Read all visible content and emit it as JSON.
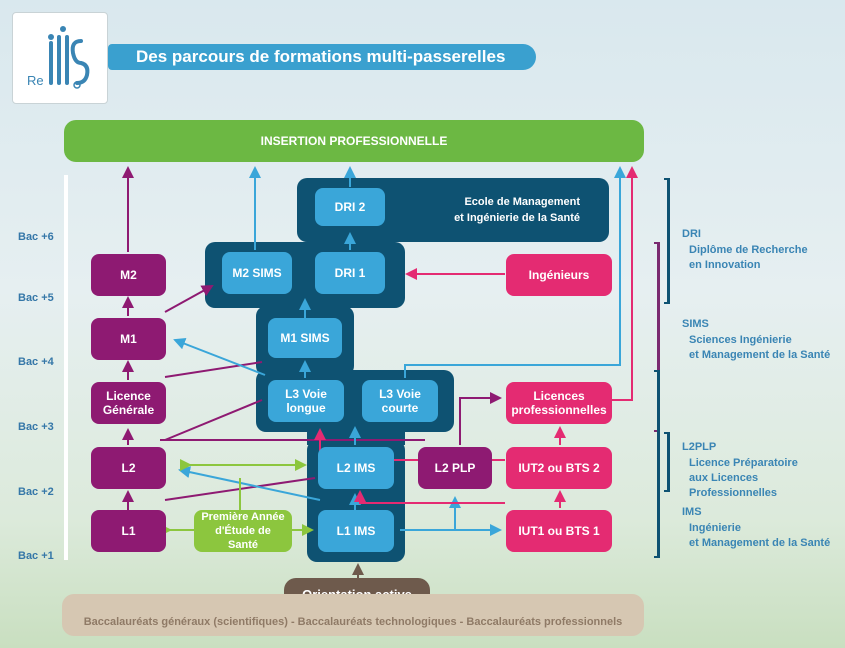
{
  "header": {
    "logo_text": "ReMIS",
    "title": "Des parcours de formations multi-passerelles"
  },
  "insertion": "INSERTION PROFESSIONNELLE",
  "ecole": {
    "line1": "Ecole de Management",
    "line2": "et Ingénierie de la Santé"
  },
  "levels": {
    "bac1": "Bac +1",
    "bac2": "Bac +2",
    "bac3": "Bac +3",
    "bac4": "Bac +4",
    "bac5": "Bac +5",
    "bac6": "Bac +6"
  },
  "nodes": {
    "dri2": "DRI 2",
    "dri1": "DRI 1",
    "m2sims": "M2 SIMS",
    "m1sims": "M1 SIMS",
    "l3longue": "L3 Voie longue",
    "l3courte": "L3 Voie courte",
    "l2ims": "L2 IMS",
    "l1ims": "L1 IMS",
    "m2": "M2",
    "m1": "M1",
    "licence_generale": "Licence Générale",
    "l2": "L2",
    "l1": "L1",
    "paes": "Première Année d'Étude de Santé",
    "ingenieurs": "Ingénieurs",
    "licences_pro": "Licences professionnelles",
    "l2plp": "L2 PLP",
    "iut2": "IUT2 ou BTS 2",
    "iut1": "IUT1 ou BTS 1"
  },
  "orientation": "Orientation active",
  "baccalaureats": "Baccalauréats généraux (scientifiques) - Baccalauréats technologiques - Baccalauréats professionnels",
  "legend": [
    {
      "title": "DRI",
      "line1": "Diplôme de Recherche",
      "line2": "en Innovation"
    },
    {
      "title": "SIMS",
      "line1": "Sciences Ingénierie",
      "line2": "et Management de la Santé"
    },
    {
      "title": "L2PLP",
      "line1": "Licence Préparatoire",
      "line2": "aux Licences Professionnelles"
    },
    {
      "title": "IMS",
      "line1": "Ingénierie",
      "line2": "et Management de la Santé"
    }
  ],
  "colors": {
    "ims_blue": "#3aa6d9",
    "dark_blue": "#0e5272",
    "purple": "#8e1a72",
    "pink": "#e42b72",
    "green": "#6cb843",
    "brown": "#6e5a4c"
  }
}
